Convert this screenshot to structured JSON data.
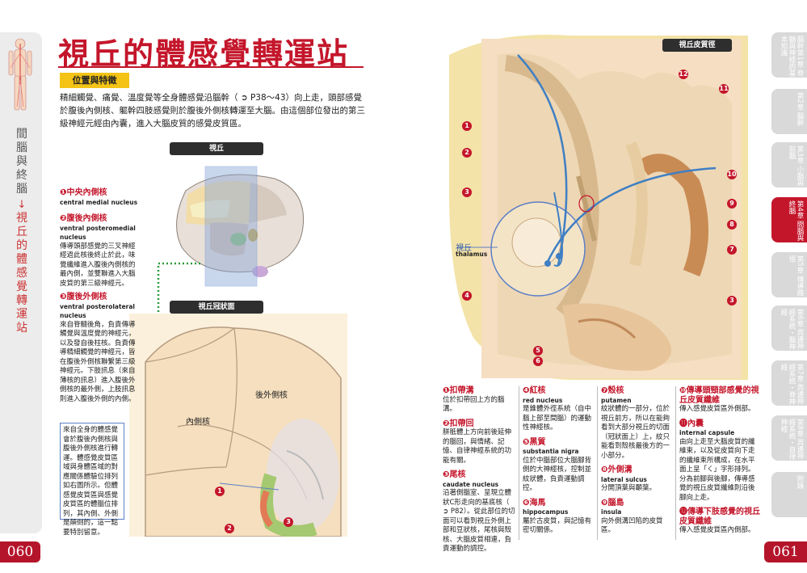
{
  "left_page": {
    "page_number": "060",
    "side_title": "間腦與終腦",
    "side_subtitle": "視丘的體感覺轉運站",
    "title": "視丘的體感覺轉運站",
    "section_tag": "位置與特徵",
    "intro": "精細觸覺、痛覺、溫度覺等全身體感覺沿腦幹（ ➲ P38～43）向上走，頭部感覺於腹後內側核、軀幹四肢感覺則於腹後外側核轉運至大腦。由這個部位發出的第三級神經元經由內囊，進入大腦皮質的感覺皮質區。",
    "diagram_label_thalamus": "視丘",
    "diagram_label_coronal": "視丘冠狀面",
    "coronal_labels": {
      "lateral": "後外側核",
      "medial": "內側核"
    },
    "nuclei": [
      {
        "num": "1",
        "name": "中央內側核",
        "en": "central medial nucleus",
        "desc": ""
      },
      {
        "num": "2",
        "name": "腹後內側核",
        "en": "ventral posteromedial nucleus",
        "desc": "傳導頭部感覺的三叉神經經過此核後終止於此，味覺纖維進入腹後內側核的最內側，並雙聯進入大腦皮質的第三級神經元。"
      },
      {
        "num": "3",
        "name": "腹後外側核",
        "en": "ventral posterolateral nucleus",
        "desc": "來自脊髓後角，負責傳導觸覺與溫度覺的神經元，以及發自後柱核。負責傳導精細觸覺的神經元，皆在腹後外側核聯繫第三級神經元。下肢訊息（來自薄核的訊息）進入腹後外側核的最外側，上肢訊息則進入腹後外側的內側。"
      }
    ],
    "callout": "來自全身的體感覺會於腹後內側核與腹後外側核進行轉運。體感覺皮質區域與身體區域的對應關係體驗位排列如右圖所示。但體感覺皮質區與感覺皮質區的體腦位排列，其內側、外側是顛倒的，這一點要特別留意。",
    "markers": [
      "1",
      "2",
      "3"
    ]
  },
  "right_page": {
    "page_number": "061",
    "diagram_label": "視丘皮質徑",
    "thalamus_label": "視丘",
    "thalamus_en": "thalamus",
    "markers": [
      "1",
      "2",
      "3",
      "4",
      "5",
      "6",
      "7",
      "8",
      "9",
      "10",
      "11",
      "12"
    ],
    "definitions": [
      {
        "num": "1",
        "name": "扣帶溝",
        "en": "",
        "desc": "位於扣帶回上方的腦溝。"
      },
      {
        "num": "2",
        "name": "扣帶回",
        "en": "",
        "desc": "胼胝體上方向前後延伸的腦回，與情緒、記憶、自律神經系統的功能有關。"
      },
      {
        "num": "3",
        "name": "尾核",
        "en": "caudate nucleus",
        "desc": "沿著側腦室、呈現立體狀C形走向的基底核（ ➲ P82）。從此部位的切面可以看到視丘外側上部和豆狀核，尾核與殼核、大腦皮質相連，負責運動的調控。"
      },
      {
        "num": "4",
        "name": "紅核",
        "en": "red nucleus",
        "desc": "是錐體外徑系統（自中腦上部至間腦）的運動性神經核。"
      },
      {
        "num": "5",
        "name": "黑質",
        "en": "substantia nigra",
        "desc": "位於中腦部位大腦腳背側的大神經核，控制並紋狀體，負責運動調控。"
      },
      {
        "num": "6",
        "name": "海馬",
        "en": "hippocampus",
        "desc": "屬於古皮質，與記憶有密切關係。"
      },
      {
        "num": "7",
        "name": "殼核",
        "en": "putamen",
        "desc": "紋狀體的一部分，位於視丘前方，所以在能夠看到大部分視丘的切面（冠狀面上）上，紋只能看到殼核最後方的一小部分。"
      },
      {
        "num": "8",
        "name": "外側溝",
        "en": "lateral sulcus",
        "desc": "分開頂葉與顳葉。"
      },
      {
        "num": "9",
        "name": "腦島",
        "en": "insula",
        "desc": "向外側溝凹陷的皮質區。"
      },
      {
        "num": "10",
        "name": "傳導頭頸部感覺的視丘皮質纖維",
        "en": "",
        "desc": "傳入感覺皮質區外側部。"
      },
      {
        "num": "11",
        "name": "內囊",
        "en": "internal capsule",
        "desc": "由向上走至大腦皮質的纖維束，以及從皮質向下走的纖維束所構成，在水平面上呈「く」字形排列。分為前腳與後腳，傳導感覺的視丘皮質纖維則沿後腳向上走。"
      },
      {
        "num": "12",
        "name": "傳導下肢感覺的視丘皮質纖維",
        "en": "",
        "desc": "傳入感覺皮質區內側部。"
      }
    ]
  },
  "right_tabs": [
    {
      "label": "腦幹第1章 脊髓與神經的基本知識",
      "active": false
    },
    {
      "label": "第2章 腦幹",
      "active": false
    },
    {
      "label": "第3章 小腦與前腦",
      "active": false
    },
    {
      "label": "第4章 間腦與終腦",
      "active": true
    },
    {
      "label": "第5章 傳導路徑",
      "active": false
    },
    {
      "label": "第6章 周邊神經系統・腦神經",
      "active": false
    },
    {
      "label": "第7章 周邊神經系統・脊神經",
      "active": false
    },
    {
      "label": "第8章 周邊神經系統・自律神經",
      "active": false
    },
    {
      "label": "附錄",
      "active": false
    }
  ],
  "colors": {
    "accent": "#c4162b",
    "tag": "#f3c316",
    "callout_border": "#5b7fc7",
    "tract": "#3f7fc4"
  }
}
